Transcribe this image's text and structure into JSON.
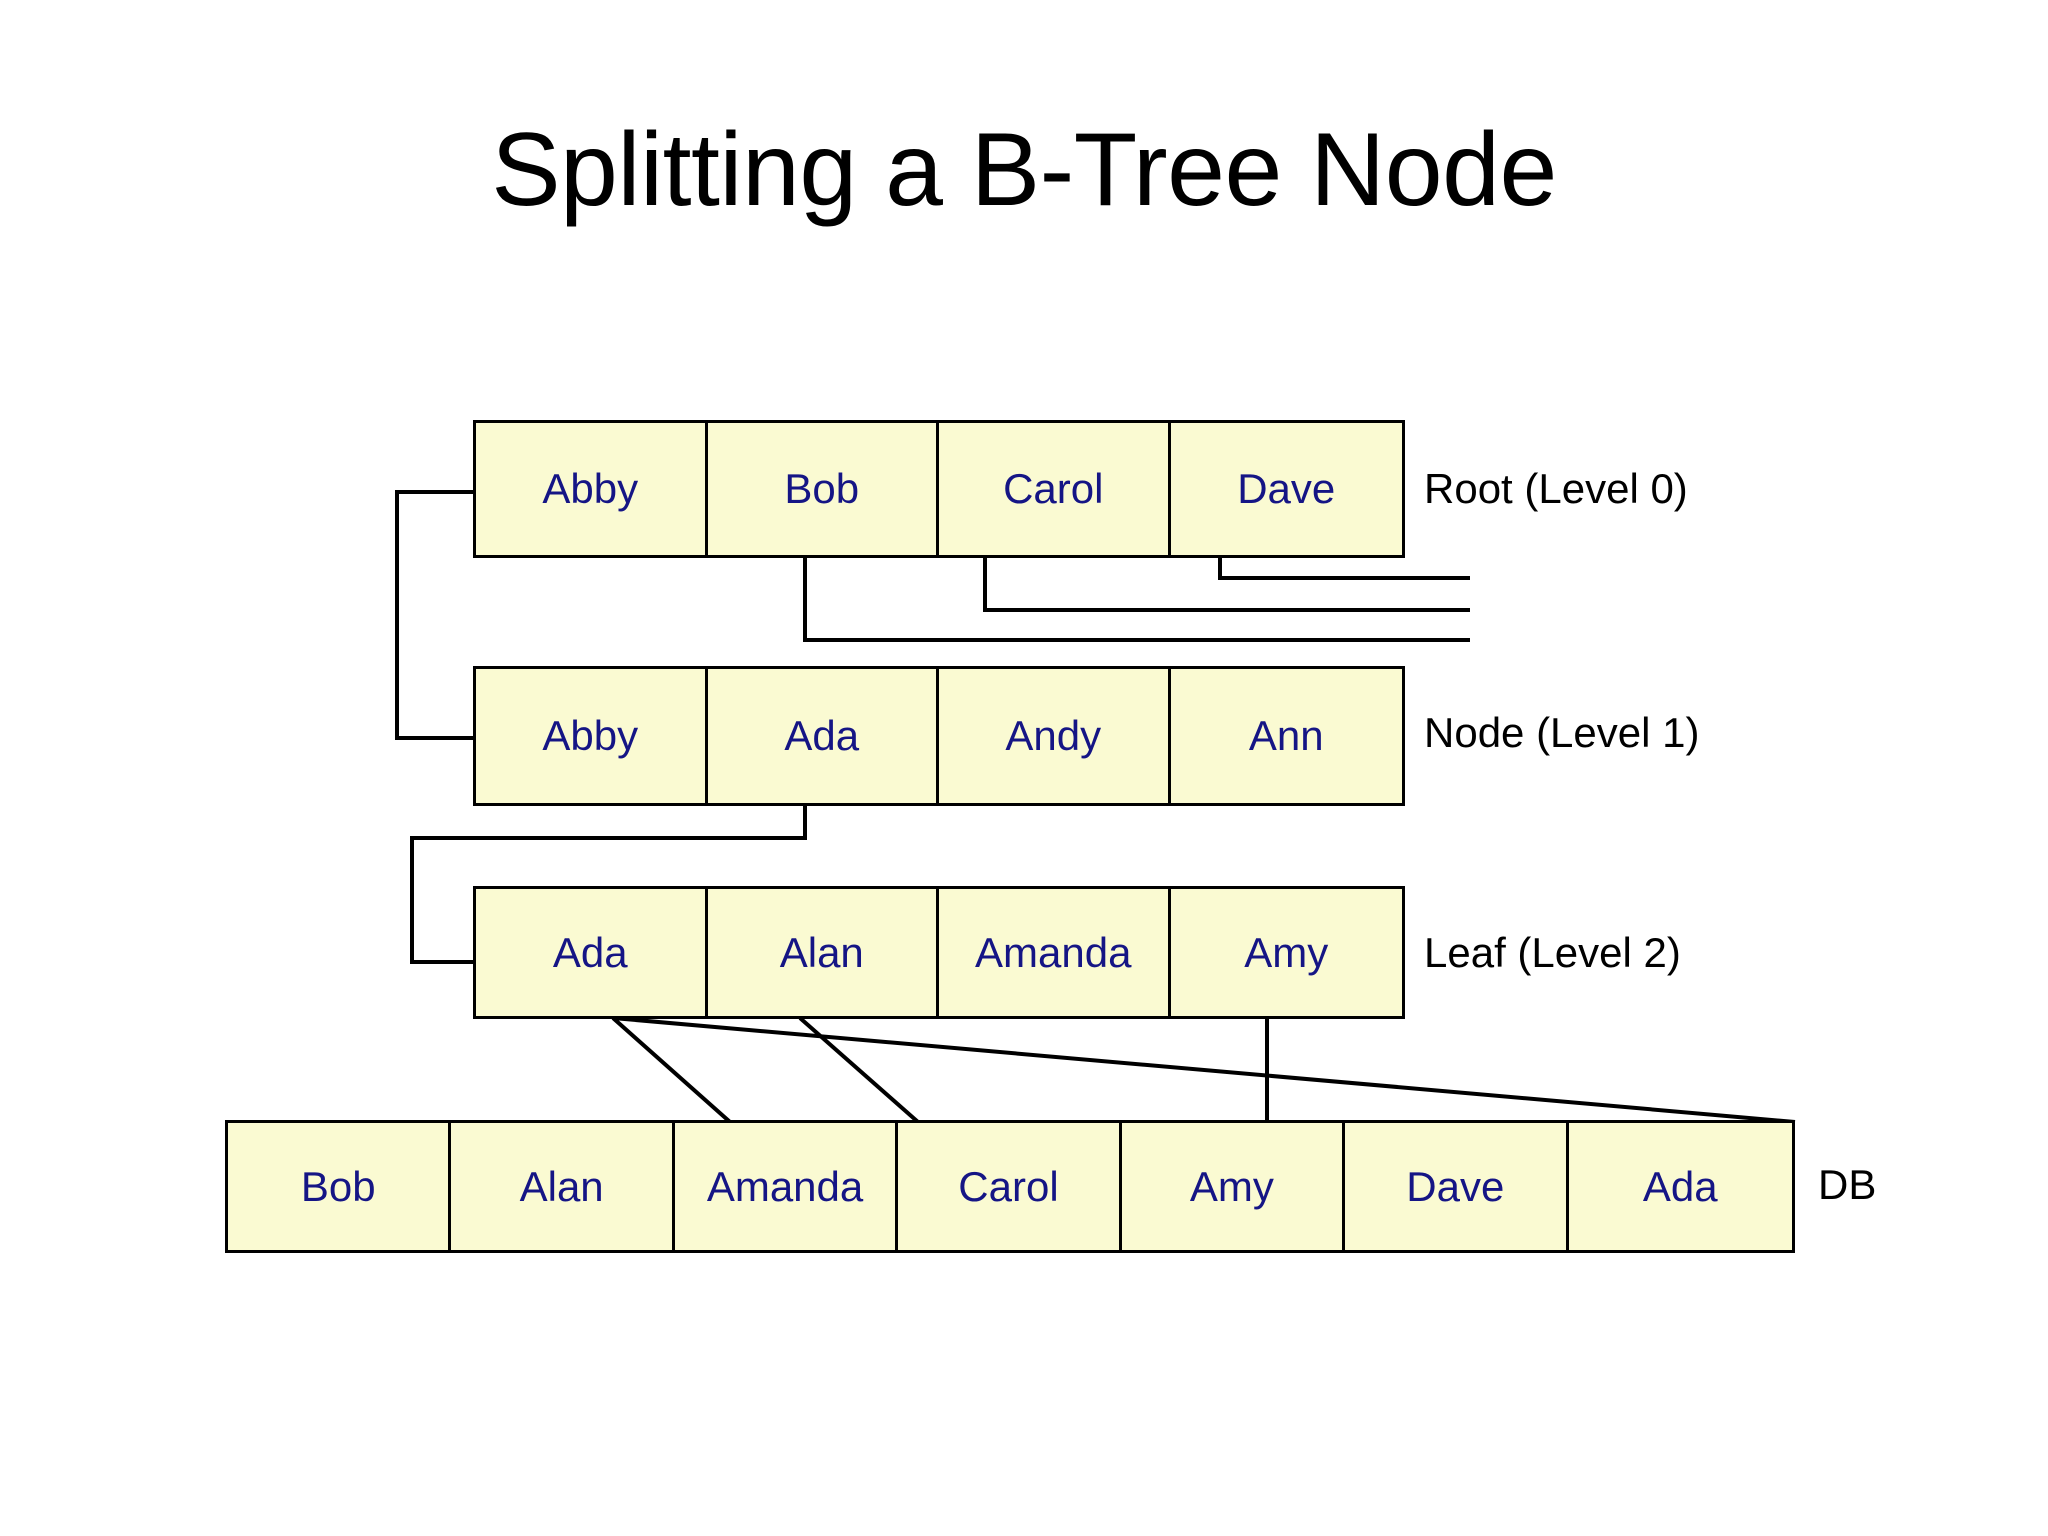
{
  "slide": {
    "title": "Splitting a B-Tree Node",
    "background_color": "#ffffff"
  },
  "theme": {
    "cell_fill": "#FAFAD2",
    "cell_border": "#000000",
    "cell_text": "#151585",
    "label_text": "#000000",
    "connector_color": "#000000"
  },
  "levels": [
    {
      "id": "root",
      "label": "Root (Level 0)",
      "keys": [
        "Abby",
        "Bob",
        "Carol",
        "Dave"
      ]
    },
    {
      "id": "node",
      "label": "Node (Level 1)",
      "keys": [
        "Abby",
        "Ada",
        "Andy",
        "Ann"
      ]
    },
    {
      "id": "leaf",
      "label": "Leaf (Level 2)",
      "keys": [
        "Ada",
        "Alan",
        "Amanda",
        "Amy"
      ]
    },
    {
      "id": "db",
      "label": "DB",
      "keys": [
        "Bob",
        "Alan",
        "Amanda",
        "Carol",
        "Amy",
        "Dave",
        "Ada"
      ]
    }
  ]
}
